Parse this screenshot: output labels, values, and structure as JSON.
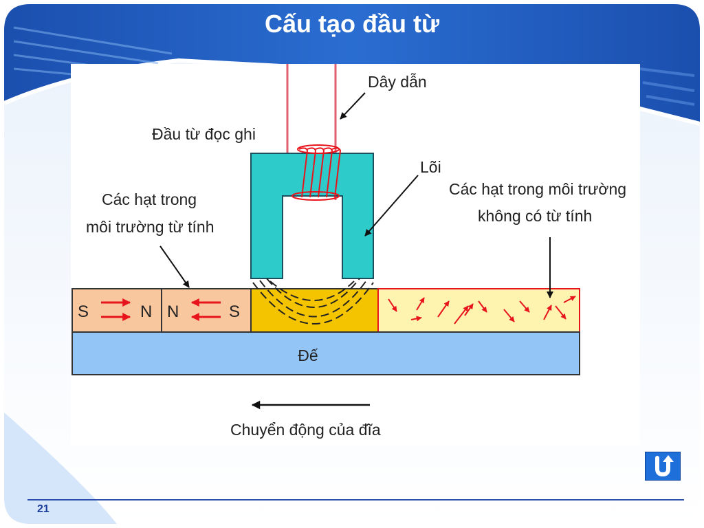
{
  "slide": {
    "title": "Cấu tạo đầu từ",
    "page_number": "21"
  },
  "diagram": {
    "labels": {
      "wire": "Dây dẫn",
      "head": "Đầu từ đọc ghi",
      "core": "Lõi",
      "magnetized_line1": "Các hạt trong",
      "magnetized_line2": "môi trường từ tính",
      "non_magnetized_line1": "Các hạt trong môi trường",
      "non_magnetized_line2": "không có  từ tính",
      "substrate": "Đế",
      "motion": "Chuyển động của đĩa"
    },
    "poles": {
      "segment1_left": "S",
      "segment1_right": "N",
      "segment2_left": "N",
      "segment2_right": "S"
    }
  },
  "colors": {
    "core": "#2ecbcb",
    "magnetized_segment": "#f9c79e",
    "gap_segment": "#f5c400",
    "non_magnetized_segment": "#fff3b0",
    "substrate": "#93c6f7",
    "arrow": "#e8141c"
  },
  "icons": {
    "back_button": "u-turn-icon"
  }
}
